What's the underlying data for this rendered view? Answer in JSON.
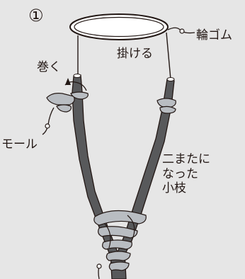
{
  "step": {
    "number": "①"
  },
  "labels": {
    "rubber_band": "輪ゴム",
    "hook": "掛ける",
    "wrap": "巻く",
    "mole": "モール",
    "branch": "二またに\nなった\n小枝"
  },
  "colors": {
    "background": "#e6e6e6",
    "stick": "#58595b",
    "pipe_cleaner": "#b9bdc2",
    "line": "#231815",
    "band_fill": "#ffffff"
  }
}
